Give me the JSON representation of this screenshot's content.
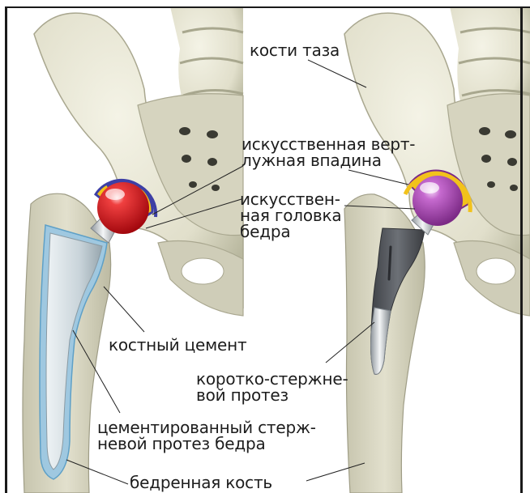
{
  "labels": {
    "pelvis": "кости таза",
    "cup": [
      "искусственная верт-",
      "лужная впадина"
    ],
    "head": [
      "искусствен-",
      "ная головка",
      "бедра"
    ],
    "cement": "костный цемент",
    "short_stem": [
      "коротко-стержне-",
      "вой протез"
    ],
    "cemented_stem": [
      "цементированный стерж-",
      "невой протез бедра"
    ],
    "femur": "бедренная кость"
  },
  "colors": {
    "bone": "#e8e6d5",
    "bone_shadow": "#b9b89f",
    "femur": "#d9d7c3",
    "cement": "#9fc8e0",
    "stem_cemented": "#c9d4da",
    "head_red": "#d81f26",
    "head_purple": "#b04fb8",
    "cup_yellow": "#f2c21b",
    "cup_blue": "#3d3fa5",
    "stem_dark": "#54575c",
    "frame": "#1a1a1a"
  }
}
